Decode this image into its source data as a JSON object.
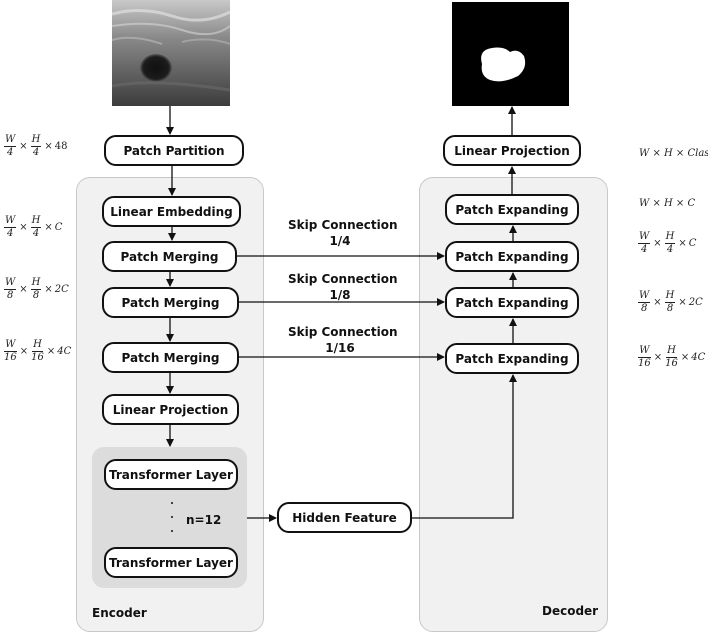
{
  "encoder": {
    "title": "Encoder",
    "patch_partition": "Patch Partition",
    "linear_embedding": "Linear Embedding",
    "patch_merging_1": "Patch Merging",
    "patch_merging_2": "Patch Merging",
    "patch_merging_3": "Patch Merging",
    "linear_projection": "Linear Projection",
    "transformer_layer_top": "Transformer Layer",
    "transformer_layer_bottom": "Transformer Layer",
    "n_layers": "n=12"
  },
  "decoder": {
    "title": "Decoder",
    "linear_projection": "Linear Projection",
    "patch_expanding_1": "Patch Expanding",
    "patch_expanding_2": "Patch Expanding",
    "patch_expanding_3": "Patch Expanding",
    "patch_expanding_4": "Patch Expanding"
  },
  "hidden_feature": "Hidden Feature",
  "skip_connections": [
    {
      "title": "Skip Connection",
      "ratio": "1/4"
    },
    {
      "title": "Skip Connection",
      "ratio": "1/8"
    },
    {
      "title": "Skip Connection",
      "ratio": "1/16"
    }
  ],
  "dimensions_left": [
    {
      "w": "W",
      "wd": "4",
      "h": "H",
      "hd": "4",
      "c": "48"
    },
    {
      "w": "W",
      "wd": "4",
      "h": "H",
      "hd": "4",
      "c": "C"
    },
    {
      "w": "W",
      "wd": "8",
      "h": "H",
      "hd": "8",
      "c": "2C"
    },
    {
      "w": "W",
      "wd": "16",
      "h": "H",
      "hd": "16",
      "c": "4C"
    }
  ],
  "dimensions_right": {
    "top_1": "W × H × Class",
    "top_2": "W × H × C",
    "fracs": [
      {
        "w": "W",
        "wd": "4",
        "h": "H",
        "hd": "4",
        "c": "C"
      },
      {
        "w": "W",
        "wd": "8",
        "h": "H",
        "hd": "8",
        "c": "2C"
      },
      {
        "w": "W",
        "wd": "16",
        "h": "H",
        "hd": "16",
        "c": "4C"
      }
    ]
  }
}
